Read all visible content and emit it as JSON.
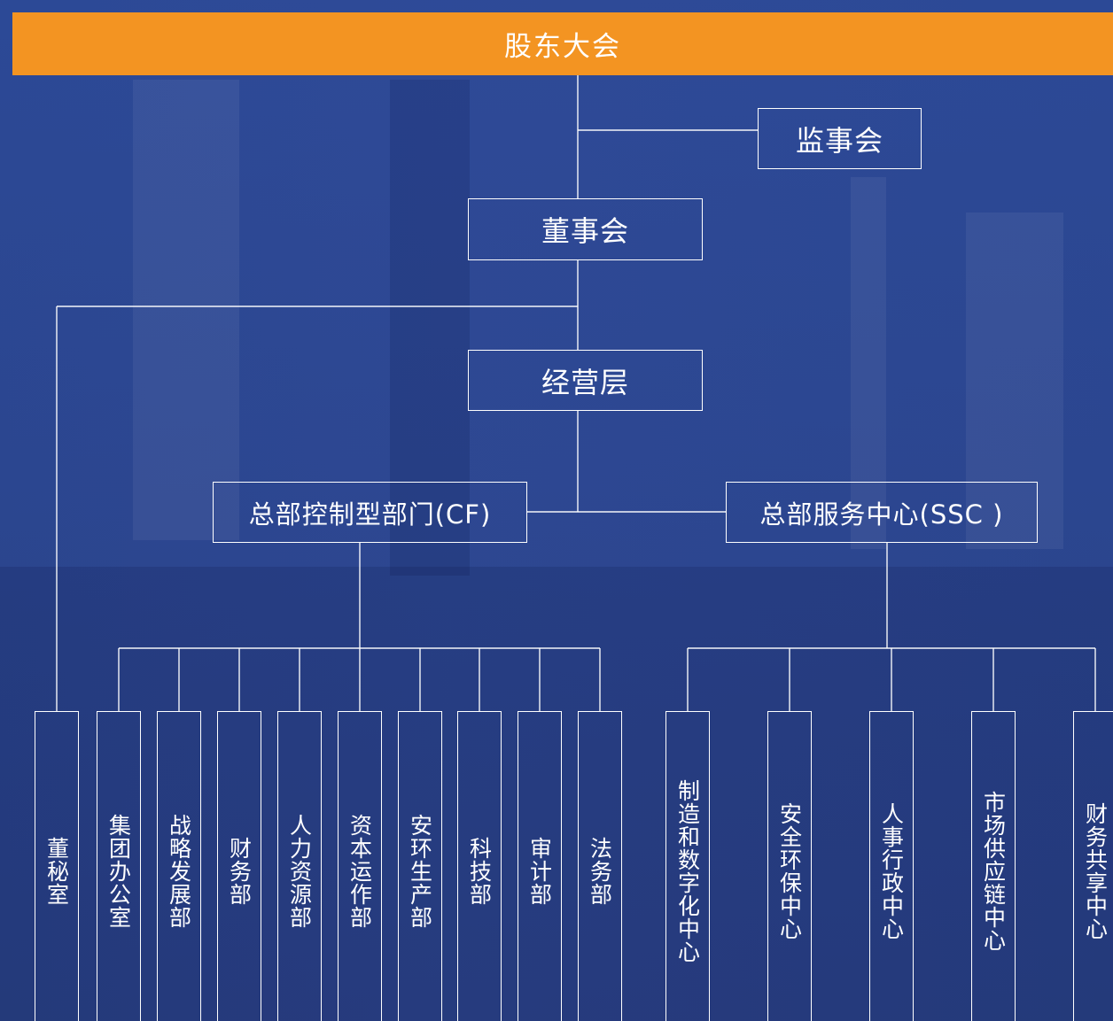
{
  "shareholders": "股东大会",
  "supervisory": "监事会",
  "board": "董事会",
  "management": "经营层",
  "cf": "总部控制型部门(CF)",
  "ssc": "总部服务中心(SSC )",
  "board_office": "董秘室",
  "cf_departments": [
    "集团办公室",
    "战略发展部",
    "财务部",
    "人力资源部",
    "资本运作部",
    "安环生产部",
    "科技部",
    "审计部",
    "法务部"
  ],
  "ssc_centers": [
    "制造和数字化中心",
    "安全环保中心",
    "人事行政中心",
    "市场供应链中心",
    "财务共享中心"
  ],
  "colors": {
    "accent": "#f39422",
    "background": "#2b4690",
    "line": "#ffffff"
  }
}
